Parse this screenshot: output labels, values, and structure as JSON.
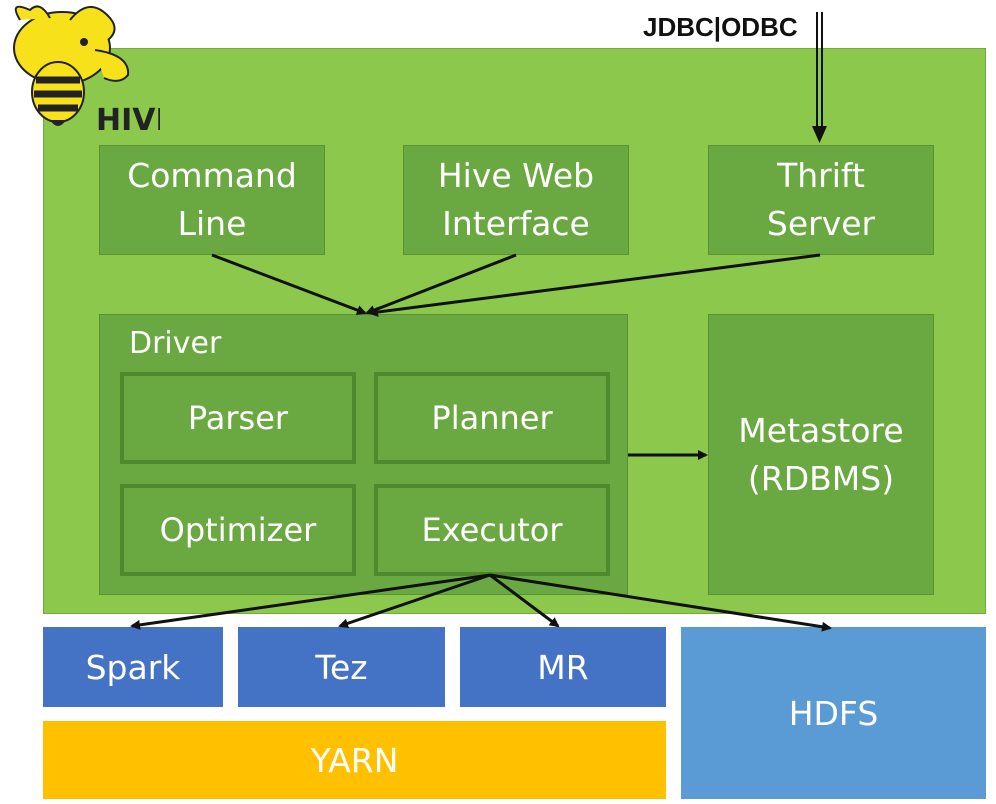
{
  "logo": {
    "text": "HIVE"
  },
  "protocol_label": "JDBC|ODBC",
  "clients": [
    {
      "line1": "Command",
      "line2": "Line"
    },
    {
      "line1": "Hive Web",
      "line2": "Interface"
    },
    {
      "line1": "Thrift",
      "line2": "Server"
    }
  ],
  "driver": {
    "label": "Driver",
    "parser": "Parser",
    "planner": "Planner",
    "optimizer": "Optimizer",
    "executor": "Executor"
  },
  "metastore": {
    "line1": "Metastore",
    "line2": "(RDBMS)"
  },
  "engines": {
    "spark": "Spark",
    "tez": "Tez",
    "mr": "MR"
  },
  "storage": {
    "hdfs": "HDFS"
  },
  "resource_manager": {
    "yarn": "YARN"
  },
  "colors": {
    "hive_panel": "#8cc84b",
    "component": "#6aa942",
    "engine": "#4472c4",
    "hdfs": "#5b9bd5",
    "yarn": "#ffc000"
  }
}
